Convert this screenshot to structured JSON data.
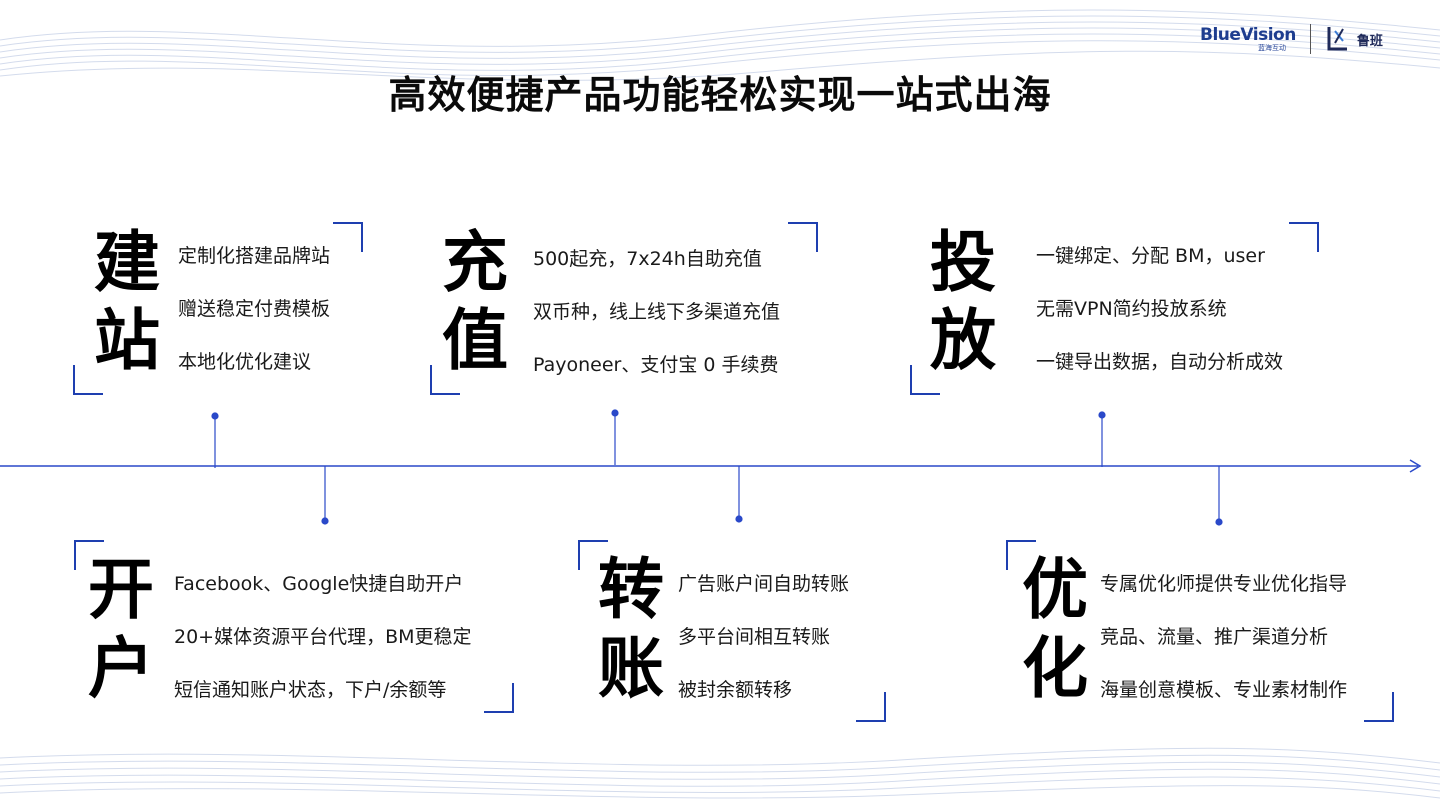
{
  "header": {
    "title": "高效便捷产品功能轻松实现一站式出海",
    "logo_bluevision": "BlueVision",
    "logo_bluevision_sub": "蓝海互动",
    "logo_luban": "鲁班"
  },
  "colors": {
    "accent": "#1e3fb0",
    "timeline": "#2a49c9",
    "title": "#0a0a0a",
    "wave": "#c9d3e8"
  },
  "sections": {
    "jianzhan": {
      "char1": "建",
      "char2": "站",
      "items": [
        "定制化搭建品牌站",
        "赠送稳定付费模板",
        "本地化优化建议"
      ]
    },
    "chongzhi": {
      "char1": "充",
      "char2": "值",
      "items": [
        "500起充，7x24h自助充值",
        "双币种，线上线下多渠道充值",
        "Payoneer、支付宝 0 手续费"
      ]
    },
    "toufang": {
      "char1": "投",
      "char2": "放",
      "items": [
        "一键绑定、分配 BM，user",
        "无需VPN简约投放系统",
        "一键导出数据，自动分析成效"
      ]
    },
    "kaihu": {
      "char1": "开",
      "char2": "户",
      "items": [
        "Facebook、Google快捷自助开户",
        "20+媒体资源平台代理，BM更稳定",
        "短信通知账户状态，下户/余额等"
      ]
    },
    "zhuanzhang": {
      "char1": "转",
      "char2": "账",
      "items": [
        "广告账户间自助转账",
        "多平台间相互转账",
        "被封余额转移"
      ]
    },
    "youhua": {
      "char1": "优",
      "char2": "化",
      "items": [
        "专属优化师提供专业优化指导",
        "竞品、流量、推广渠道分析",
        "海量创意模板、专业素材制作"
      ]
    }
  }
}
